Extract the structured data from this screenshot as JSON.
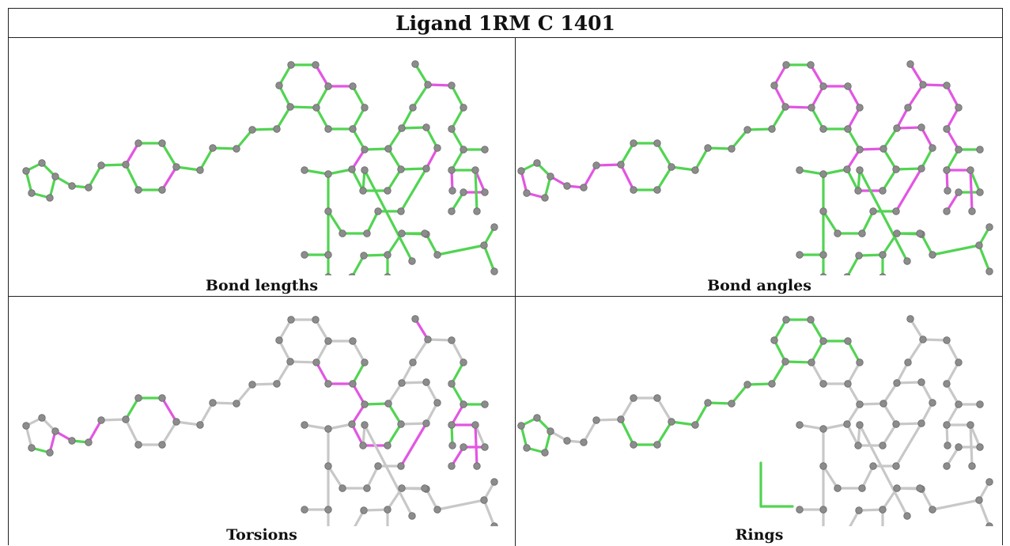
{
  "title": "Ligand 1RM C 1401",
  "colors": {
    "neutral": "#c8c8c8",
    "good": "#52d452",
    "outlier": "#e256e2",
    "atom": "#8c8c8c",
    "atom_edge": "#6a6a6a"
  },
  "panels": [
    {
      "caption": "Bond lengths",
      "outliers": [
        9,
        12,
        24,
        27,
        33,
        42,
        47,
        54,
        55,
        58
      ],
      "good": "all",
      "special_good": []
    },
    {
      "caption": "Bond angles",
      "outliers": [
        3,
        4,
        5,
        6,
        7,
        8,
        14,
        21,
        22,
        24,
        25,
        26,
        27,
        28,
        29,
        33,
        35,
        38,
        40,
        41,
        44,
        45,
        46,
        47,
        48,
        49,
        50,
        53,
        56,
        57,
        58,
        59
      ],
      "good": "all",
      "special_good": []
    },
    {
      "caption": "Torsions",
      "outliers": [
        2,
        5,
        7,
        11,
        30,
        31,
        32,
        33,
        34,
        35,
        46,
        52,
        53,
        55,
        56,
        57,
        59
      ],
      "good": [
        3,
        6,
        9,
        10,
        29,
        36,
        37,
        38,
        49,
        50,
        51,
        58
      ],
      "special_good": []
    },
    {
      "caption": "Rings",
      "outliers": [],
      "good": [
        0,
        1,
        2,
        3,
        4,
        12,
        13,
        14,
        15,
        16,
        17,
        18,
        19,
        20,
        21,
        22,
        23,
        24,
        25,
        26,
        27,
        28
      ],
      "special_good": [
        [
          325,
          215,
          325,
          270
        ],
        [
          325,
          270,
          365,
          270
        ]
      ]
    }
  ]
}
